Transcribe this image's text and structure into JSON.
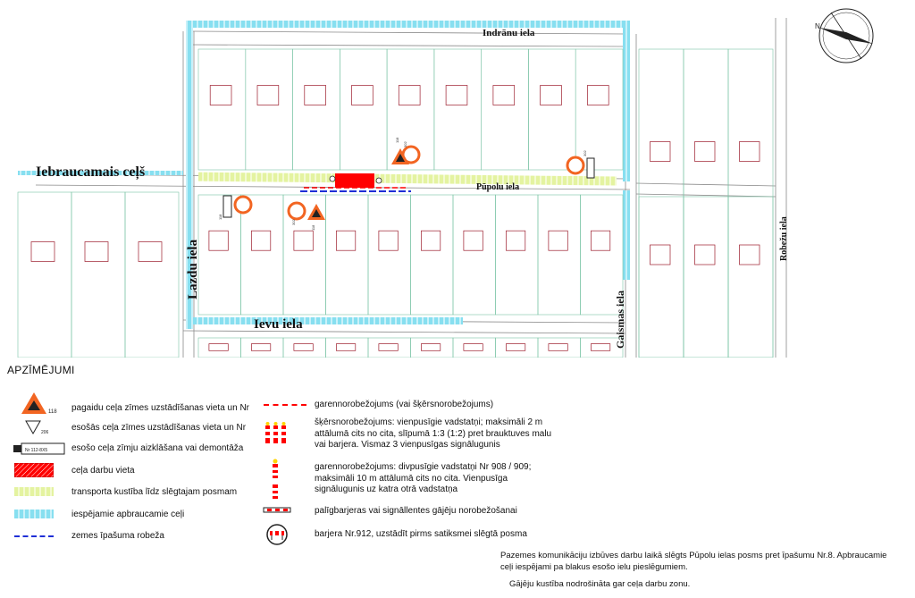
{
  "colors": {
    "work_zone": "#ff0000",
    "traffic_route": "#e4f3a0",
    "detour_roads": "#87dff0",
    "property_border": "#1f2fd6",
    "longitudinal_barrier": "#ff0000",
    "sign_orange": "#f26522",
    "parcel_line": "#7ac3a5",
    "building_line": "#9c1c2c"
  },
  "map": {
    "streets": {
      "indranu": "Indrānu iela",
      "iebraucamais": "Iebraucamais ceļš",
      "pupolu": "Pūpolu iela",
      "lazdu": "Lazdu iela",
      "ievu": "Ievu iela",
      "gaismas": "Gaismas iela",
      "robezu": "Robežu iela"
    },
    "sign_labels": {
      "sign_118_north": "118",
      "sign_302_north": "302",
      "sign_302_east": "302",
      "sign_302_south": "302",
      "sign_118_south": "118",
      "sign_118_west": "118"
    },
    "compass_icon": "compass-rose-icon"
  },
  "legend": {
    "title": "APZĪMĒJUMI",
    "items": {
      "sidewalk_sign": "pagaidu ceļa zīmes uzstādīšanas vieta un Nr",
      "sidewalk_sign_num": "118",
      "existing_sign": "esošās ceļa zīmes uzstādīšanas vieta un Nr",
      "existing_sign_num": "206",
      "cover_sign": "esošo ceļa zīmju aizklāšana vai demontāža",
      "cover_sign_num": "Nr 112-8X5",
      "work_site": "ceļa darbu vieta",
      "traffic_route": "transporta kustība līdz slēgtajam posmam",
      "detour_roads": "iespējamie apbraucamie ceļi",
      "property_border": "zemes īpašuma robeža",
      "longitudinal": "garennorobežojums (vai šķērsnorobežojums)",
      "transverse": "šķērsnorobežojums: vienpusīgie vadstatņi; maksimāli 2 m attālumā cits no cita, slīpumā 1:3 (1:2) pret brauktuves malu vai barjera. Vismaz 3 vienpusīgas signālugunis",
      "longitudinal_posts": "garennorobežojums: divpusīgie vadstatņi Nr 908 / 909; maksimāli 10 m attālumā cits no cita. Vienpusīga signālugunis uz katra otrā vadstatņa",
      "aux_barrier": "palīgbarjeras vai signāllentes gājēju norobežošanai",
      "barrier_912": "barjera Nr.912, uzstādīt pirms satiksmei slēgtā posma"
    },
    "icons": {
      "sidewalk_sign": "work-sign-triangle-icon",
      "existing_sign": "inverted-triangle-sign-icon",
      "cover_sign": "covered-sign-plate-icon",
      "barrier_912": "barrier-912-icon"
    }
  },
  "notes": {
    "line1": "Pazemes komunikāciju izbūves darbu laikā slēgts Pūpolu ielas posms pret īpašumu Nr.8. Apbraucamie",
    "line2": "ceļi iespējami pa blakus esošo ielu pieslēgumiem.",
    "line3": "Gājēju kustība nodrošināta gar ceļa darbu zonu."
  }
}
